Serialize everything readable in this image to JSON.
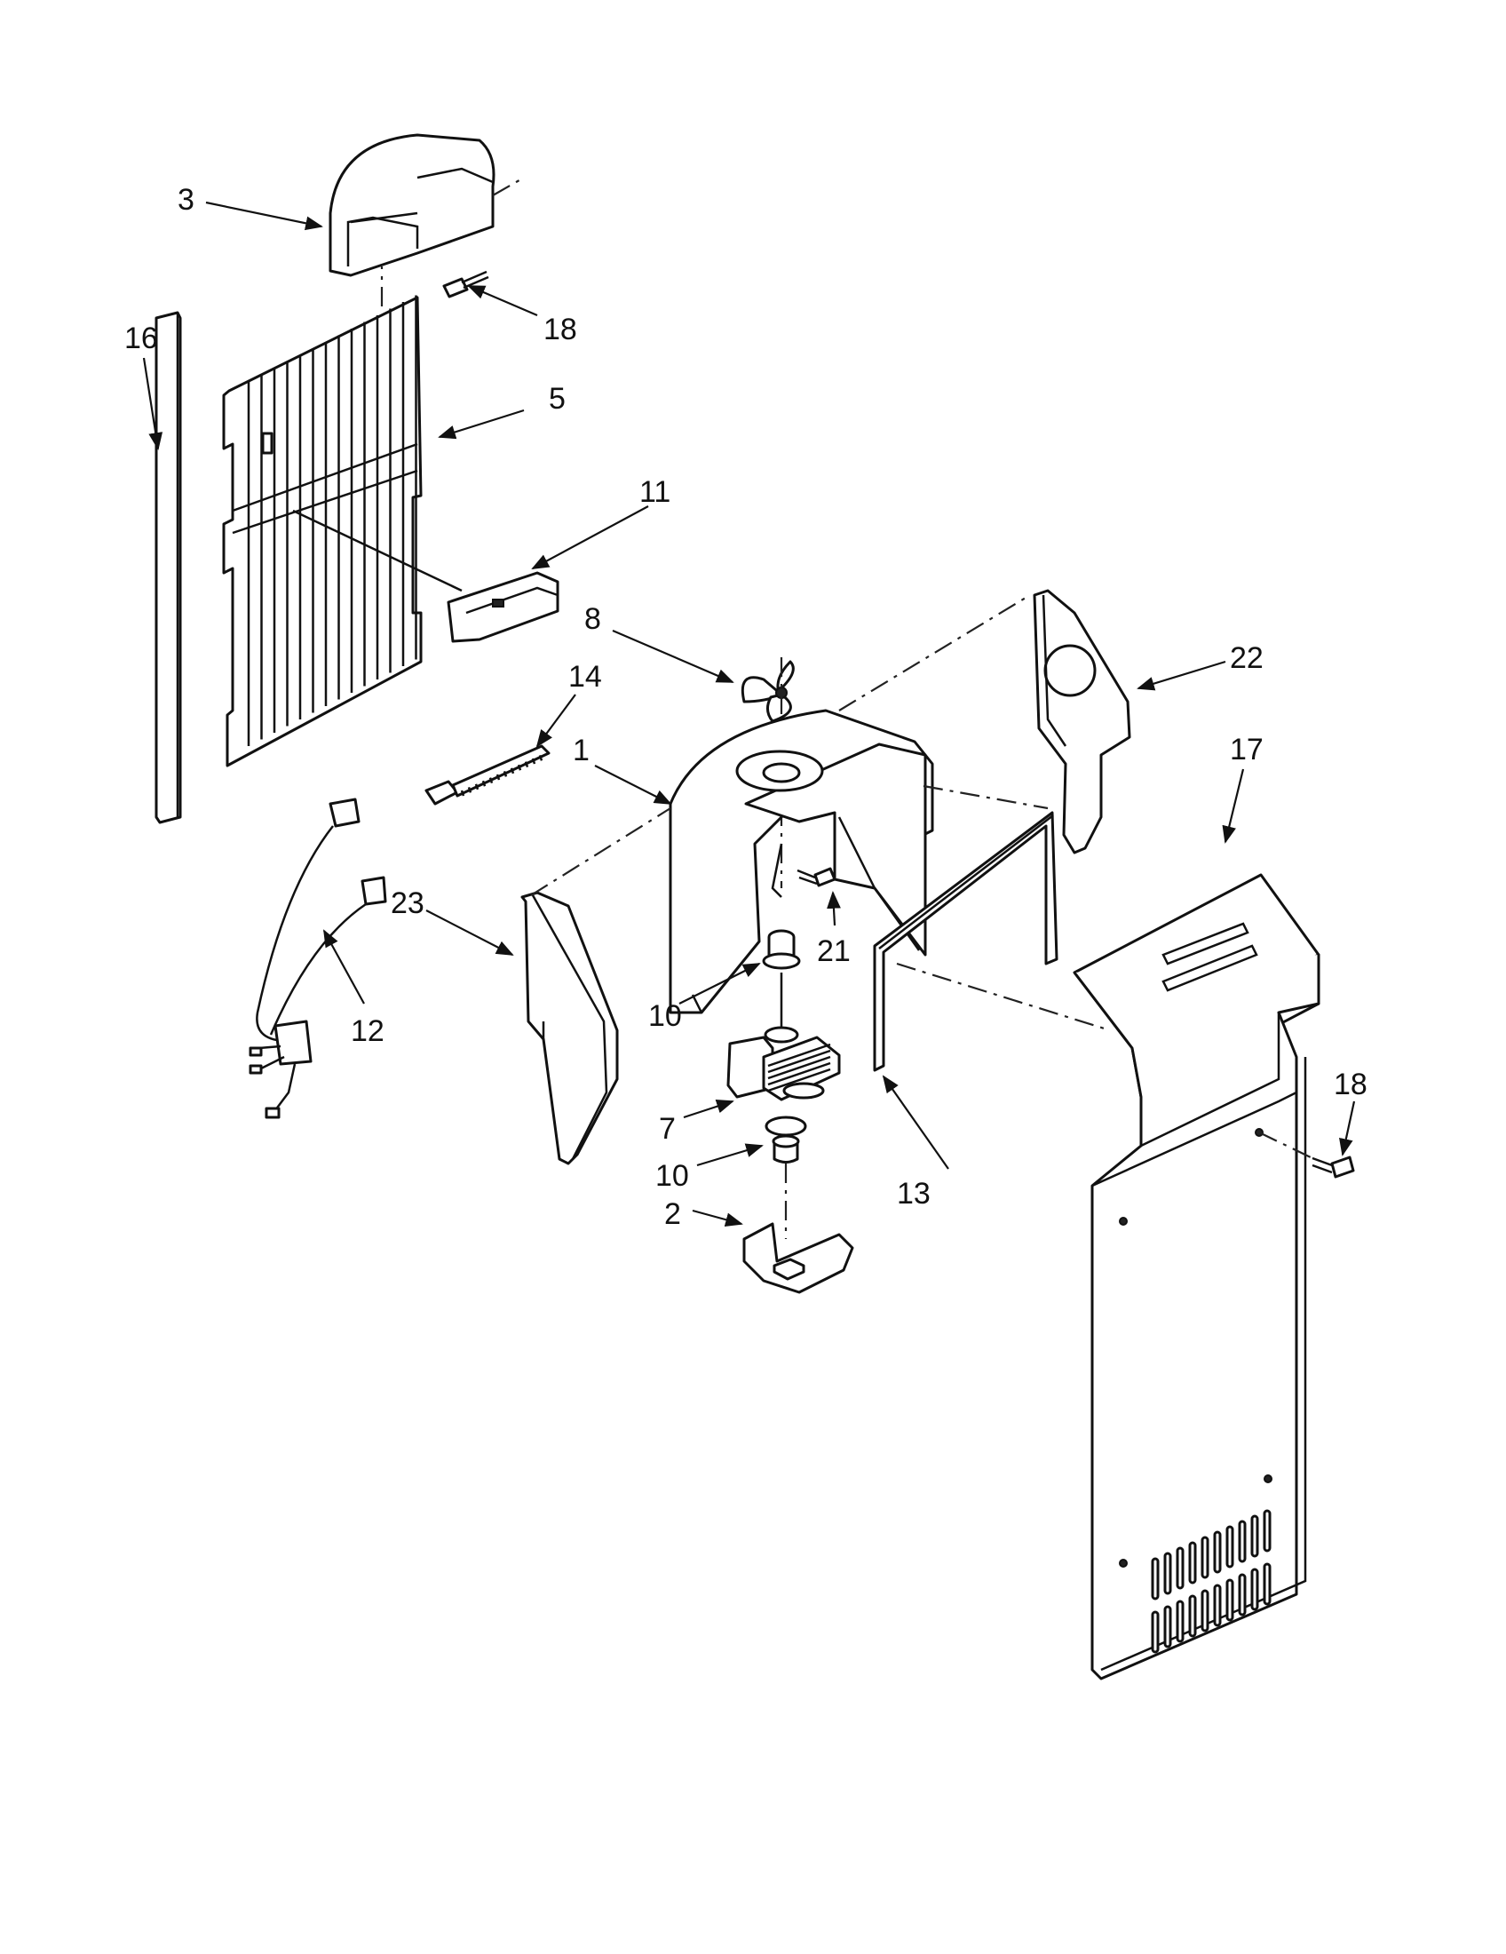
{
  "callouts": [
    {
      "id": "c3",
      "label": "3"
    },
    {
      "id": "c18a",
      "label": "18"
    },
    {
      "id": "c16",
      "label": "16"
    },
    {
      "id": "c5",
      "label": "5"
    },
    {
      "id": "c11",
      "label": "11"
    },
    {
      "id": "c8",
      "label": "8"
    },
    {
      "id": "c22",
      "label": "22"
    },
    {
      "id": "c14",
      "label": "14"
    },
    {
      "id": "c1",
      "label": "1"
    },
    {
      "id": "c17",
      "label": "17"
    },
    {
      "id": "c23",
      "label": "23"
    },
    {
      "id": "c12",
      "label": "12"
    },
    {
      "id": "c21",
      "label": "21"
    },
    {
      "id": "c10a",
      "label": "10"
    },
    {
      "id": "c18b",
      "label": "18"
    },
    {
      "id": "c7",
      "label": "7"
    },
    {
      "id": "c10b",
      "label": "10"
    },
    {
      "id": "c13",
      "label": "13"
    },
    {
      "id": "c2",
      "label": "2"
    }
  ]
}
